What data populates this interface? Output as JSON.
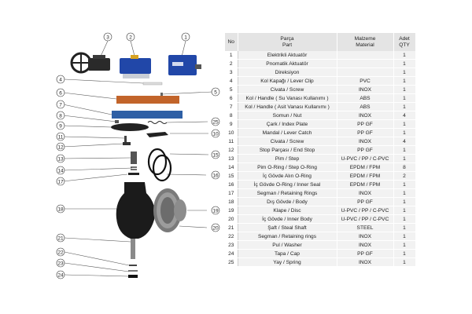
{
  "table": {
    "headers": {
      "no": "No",
      "part_tr": "Parça",
      "part_en": "Part",
      "material_tr": "Malzeme",
      "material_en": "Material",
      "qty_tr": "Adet",
      "qty_en": "QTY"
    },
    "rows": [
      {
        "no": "1",
        "part": "Elektrikli Aktuatör",
        "material": "",
        "qty": "1"
      },
      {
        "no": "2",
        "part": "Pnomatik Aktuatör",
        "material": "",
        "qty": "1"
      },
      {
        "no": "3",
        "part": "Direksiyon",
        "material": "",
        "qty": "1"
      },
      {
        "no": "4",
        "part": "Kol Kapağı / Lever Clip",
        "material": "PVC",
        "qty": "1"
      },
      {
        "no": "5",
        "part": "Civata / Screw",
        "material": "INOX",
        "qty": "1"
      },
      {
        "no": "6",
        "part": "Kol / Handle ( Su Vanası Kullanımı )",
        "material": "ABS",
        "qty": "1"
      },
      {
        "no": "7",
        "part": "Kol / Handle ( Asit Vanası Kullanımı )",
        "material": "ABS",
        "qty": "1"
      },
      {
        "no": "8",
        "part": "Somun / Nut",
        "material": "INOX",
        "qty": "4"
      },
      {
        "no": "9",
        "part": "Çark / Index Plate",
        "material": "PP GF",
        "qty": "1"
      },
      {
        "no": "10",
        "part": "Mandal / Lever Catch",
        "material": "PP GF",
        "qty": "1"
      },
      {
        "no": "11",
        "part": "Civata / Screw",
        "material": "INOX",
        "qty": "4"
      },
      {
        "no": "12",
        "part": "Stop Parçası / End Stop",
        "material": "PP GF",
        "qty": "1"
      },
      {
        "no": "13",
        "part": "Pim / Step",
        "material": "U-PVC / PP / C-PVC",
        "qty": "1"
      },
      {
        "no": "14",
        "part": "Pim O-Ring / Step O-Ring",
        "material": "EPDM / FPM",
        "qty": "8"
      },
      {
        "no": "15",
        "part": "İç Gövde Alın O-Ring",
        "material": "EPDM / FPM",
        "qty": "2"
      },
      {
        "no": "16",
        "part": "İç Gövde O-Ring / Inner Seal",
        "material": "EPDM / FPM",
        "qty": "1"
      },
      {
        "no": "17",
        "part": "Segman / Retaining Rings",
        "material": "INOX",
        "qty": "1"
      },
      {
        "no": "18",
        "part": "Dış Gövde / Body",
        "material": "PP GF",
        "qty": "1"
      },
      {
        "no": "19",
        "part": "Klape / Disc",
        "material": "U-PVC / PP / C-PVC",
        "qty": "1"
      },
      {
        "no": "20",
        "part": "İç Gövde / Inner Body",
        "material": "U-PVC / PP / C-PVC",
        "qty": "1"
      },
      {
        "no": "21",
        "part": "Şaft / Steal Shaft",
        "material": "STEEL",
        "qty": "1"
      },
      {
        "no": "22",
        "part": "Segman / Retaining rings",
        "material": "INOX",
        "qty": "1"
      },
      {
        "no": "23",
        "part": "Pul / Washer",
        "material": "INOX",
        "qty": "1"
      },
      {
        "no": "24",
        "part": "Tapa / Cap",
        "material": "PP GF",
        "qty": "1"
      },
      {
        "no": "25",
        "part": "Yay / Spring",
        "material": "INOX",
        "qty": "1"
      }
    ]
  },
  "diagram": {
    "callouts": [
      "1",
      "2",
      "3",
      "4",
      "5",
      "6",
      "7",
      "8",
      "9",
      "10",
      "11",
      "12",
      "13",
      "14",
      "15",
      "16",
      "17",
      "18",
      "19",
      "20",
      "21",
      "22",
      "23",
      "24",
      "25"
    ],
    "colors": {
      "actuator_blue": "#2147a8",
      "handle_orange": "#c2642a",
      "handle_blue": "#2e5fa5",
      "body_black": "#1b1b1b",
      "disc_gray": "#8c8c8c"
    }
  }
}
